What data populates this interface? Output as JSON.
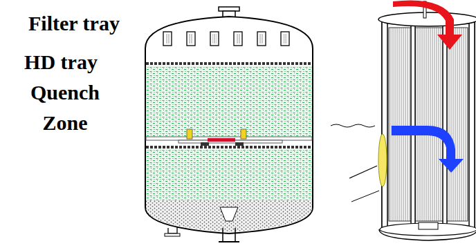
{
  "diagram": {
    "labels": [
      "Filter tray",
      "HD tray",
      "Quench Zone"
    ]
  }
}
